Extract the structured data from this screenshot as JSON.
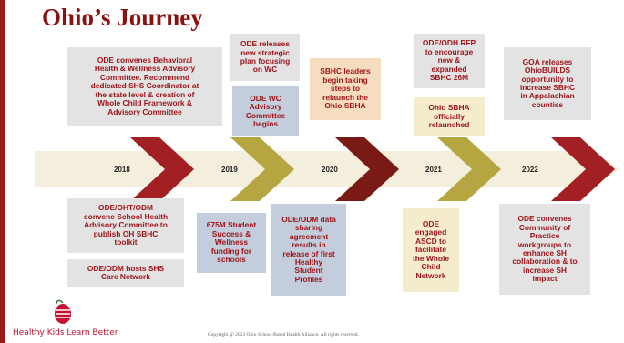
{
  "slide": {
    "title": "Ohio’s Journey",
    "tagline": "Healthy Kids Learn Better",
    "copyright": "Copyright @ 2023 Ohio School-Based Health Alliance. All rights reserved."
  },
  "timeline": {
    "years": [
      "2018",
      "2019",
      "2020",
      "2021",
      "2022"
    ],
    "colors": {
      "arrow_red": "#a21f24",
      "arrow_gold": "#b5a642",
      "arrow_dark": "#7a1a14",
      "band": "#f3efdc"
    }
  },
  "events_top": [
    {
      "lines": [
        "ODE convenes Behavioral",
        "Health & Wellness Advisory",
        "Committee. Recommend",
        "dedicated SHS Coordinator at",
        "the state level & creation of",
        "Whole Child Framework &",
        "Advisory Committee"
      ]
    },
    {
      "lines": [
        "ODE releases",
        "new strategic",
        "plan focusing",
        "on WC"
      ]
    },
    {
      "lines": [
        "ODE WC",
        "Advisory",
        "Committee",
        "begins"
      ]
    },
    {
      "lines": [
        "SBHC leaders",
        "begin taking",
        "steps to",
        "relaunch the",
        "Ohio SBHA"
      ]
    },
    {
      "lines": [
        "ODE/ODH RFP",
        "to encourage",
        "new &",
        "expanded",
        "SBHC 26M"
      ]
    },
    {
      "lines": [
        "Ohio SBHA",
        "officially",
        "relaunched"
      ]
    },
    {
      "lines": [
        "GOA releases",
        "OhioBUILDS",
        "opportunity to",
        "increase SBHC",
        "in Appalachian",
        "counties"
      ]
    }
  ],
  "events_bottom": [
    {
      "lines": [
        "ODE/OHT/ODM",
        "convene School Health",
        "Advisory Committee to",
        "publish OH SBHC",
        "toolkit"
      ]
    },
    {
      "lines": [
        "ODE/ODM hosts SHS",
        "Care Network"
      ]
    },
    {
      "lines": [
        "675M Student",
        "Success &",
        "Wellness",
        "funding for",
        "schools"
      ]
    },
    {
      "lines": [
        "ODE/ODM data",
        "sharing",
        "agreement",
        "results in",
        "release of first",
        "Healthy",
        "Student",
        "Profiles"
      ]
    },
    {
      "lines": [
        "ODE",
        "engaged",
        "ASCD to",
        "facilitate",
        "the Whole",
        "Child",
        "Network"
      ]
    },
    {
      "lines": [
        "ODE convenes",
        "Community of",
        "Practice",
        "workgroups to",
        "enhance SH",
        "collaboration & to",
        "increase SH",
        "impact"
      ]
    }
  ]
}
